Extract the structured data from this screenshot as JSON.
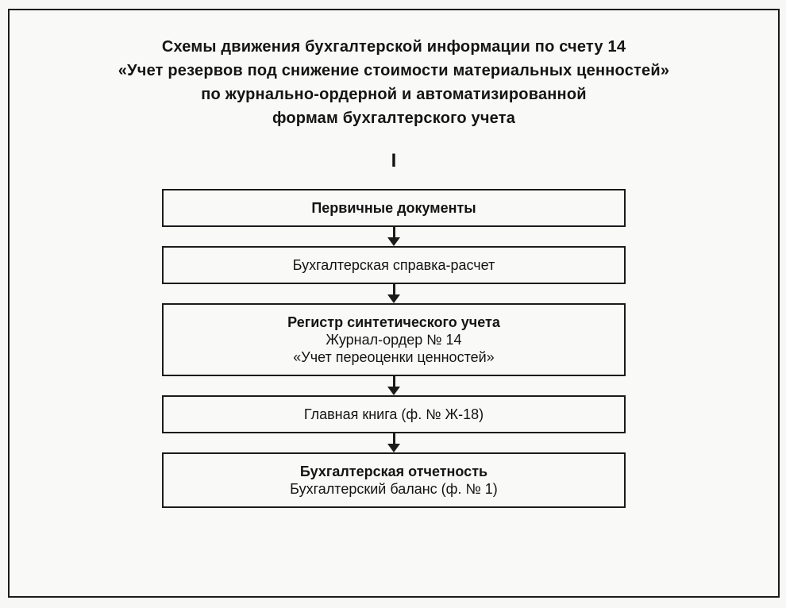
{
  "page": {
    "title_lines": [
      "Схемы движения бухгалтерской информации по счету 14",
      "«Учет резервов под снижение стоимости материальных ценностей»",
      "по журнально-ордерной и автоматизированной",
      "формам бухгалтерского учета"
    ],
    "section_label": "I"
  },
  "flow": {
    "boxes": [
      {
        "name": "primary-documents",
        "lines": [
          {
            "text": "Первичные документы",
            "bold": true
          }
        ]
      },
      {
        "name": "accounting-note-calculation",
        "lines": [
          {
            "text": "Бухгалтерская справка-расчет",
            "bold": false
          }
        ]
      },
      {
        "name": "synthetic-accounting-register",
        "lines": [
          {
            "text": "Регистр синтетического учета",
            "bold": true
          },
          {
            "text": "Журнал-ордер № 14",
            "bold": false
          },
          {
            "text": "«Учет переоценки ценностей»",
            "bold": false
          }
        ]
      },
      {
        "name": "general-ledger",
        "lines": [
          {
            "text": "Главная книга (ф. № Ж-18)",
            "bold": false
          }
        ]
      },
      {
        "name": "accounting-reports",
        "lines": [
          {
            "text": "Бухгалтерская отчетность",
            "bold": true
          },
          {
            "text": "Бухгалтерский баланс (ф. № 1)",
            "bold": false
          }
        ]
      }
    ]
  },
  "colors": {
    "ink": "#141414",
    "border": "#1b1b1b",
    "paper": "#f9f9f8"
  }
}
